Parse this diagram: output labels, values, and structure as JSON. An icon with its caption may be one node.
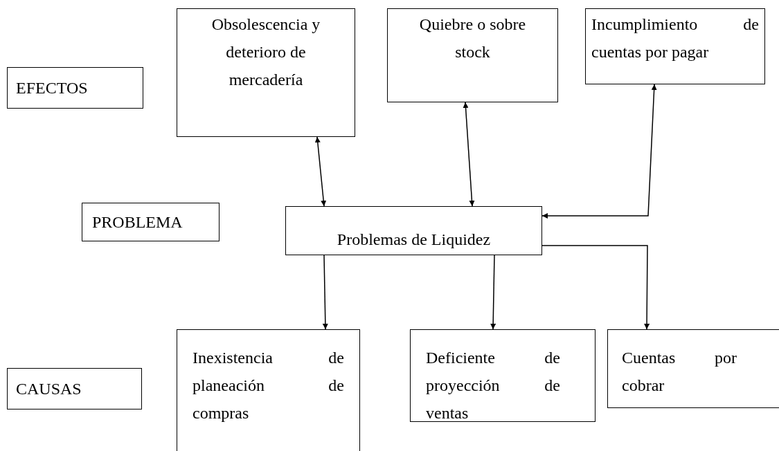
{
  "diagram": {
    "nodes": [
      {
        "text": [
          "EFECTOS"
        ]
      },
      {
        "text": [
          "Obsolescencia y deterioro de mercadería"
        ]
      },
      {
        "text": [
          "Quiebre o sobre stock"
        ]
      },
      {
        "text": [
          "Incumplimiento de cuentas por pagar"
        ]
      },
      {
        "text": [
          "PROBLEMA"
        ]
      },
      {
        "text": [
          "Problemas de Liquidez"
        ]
      },
      {
        "text": [
          "CAUSAS"
        ]
      },
      {
        "text": [
          "Inexistencia de planeación de compras"
        ]
      },
      {
        "text": [
          "Deficiente de proyección de ventas"
        ]
      },
      {
        "text": [
          "Cuentas por cobrar"
        ]
      }
    ],
    "edges": [
      {
        "from": 1,
        "to": 5,
        "arrow": "both"
      },
      {
        "from": 2,
        "to": 5,
        "arrow": "both"
      },
      {
        "from": 3,
        "to": 5,
        "arrow": "both"
      },
      {
        "from": 5,
        "to": 7,
        "arrow": "to"
      },
      {
        "from": 5,
        "to": 8,
        "arrow": "to"
      },
      {
        "from": 5,
        "to": 9,
        "arrow": "to"
      }
    ]
  }
}
